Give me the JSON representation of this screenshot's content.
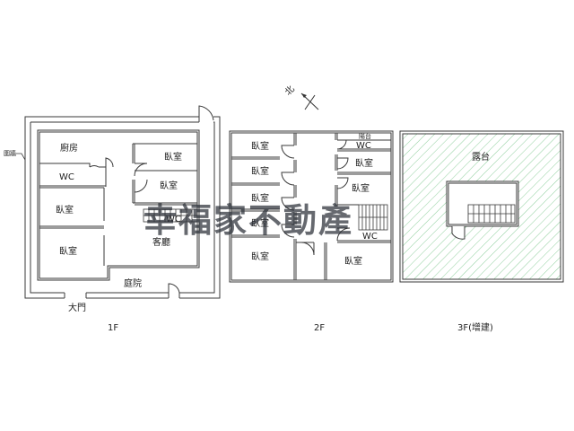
{
  "north": {
    "label": "北"
  },
  "floors": [
    {
      "id": "1F",
      "label": "1F",
      "rooms": [
        "廚房",
        "WC",
        "臥室",
        "臥室",
        "臥室",
        "臥室",
        "WC",
        "客廳",
        "庭院"
      ],
      "outside": [
        "圍牆",
        "大門"
      ]
    },
    {
      "id": "2F",
      "label": "2F",
      "rooms": [
        "臥室",
        "臥室",
        "臥室",
        "臥室",
        "臥室",
        "陽台",
        "WC",
        "臥室",
        "臥室",
        "WC",
        "臥室"
      ]
    },
    {
      "id": "3F",
      "label": "3F(增建)",
      "rooms": [
        "露台"
      ]
    }
  ],
  "watermark": "幸福家不動產",
  "colors": {
    "line": "#3a3a3a",
    "hatch": "#7fbf8f",
    "watermark": "#2b2f37"
  }
}
